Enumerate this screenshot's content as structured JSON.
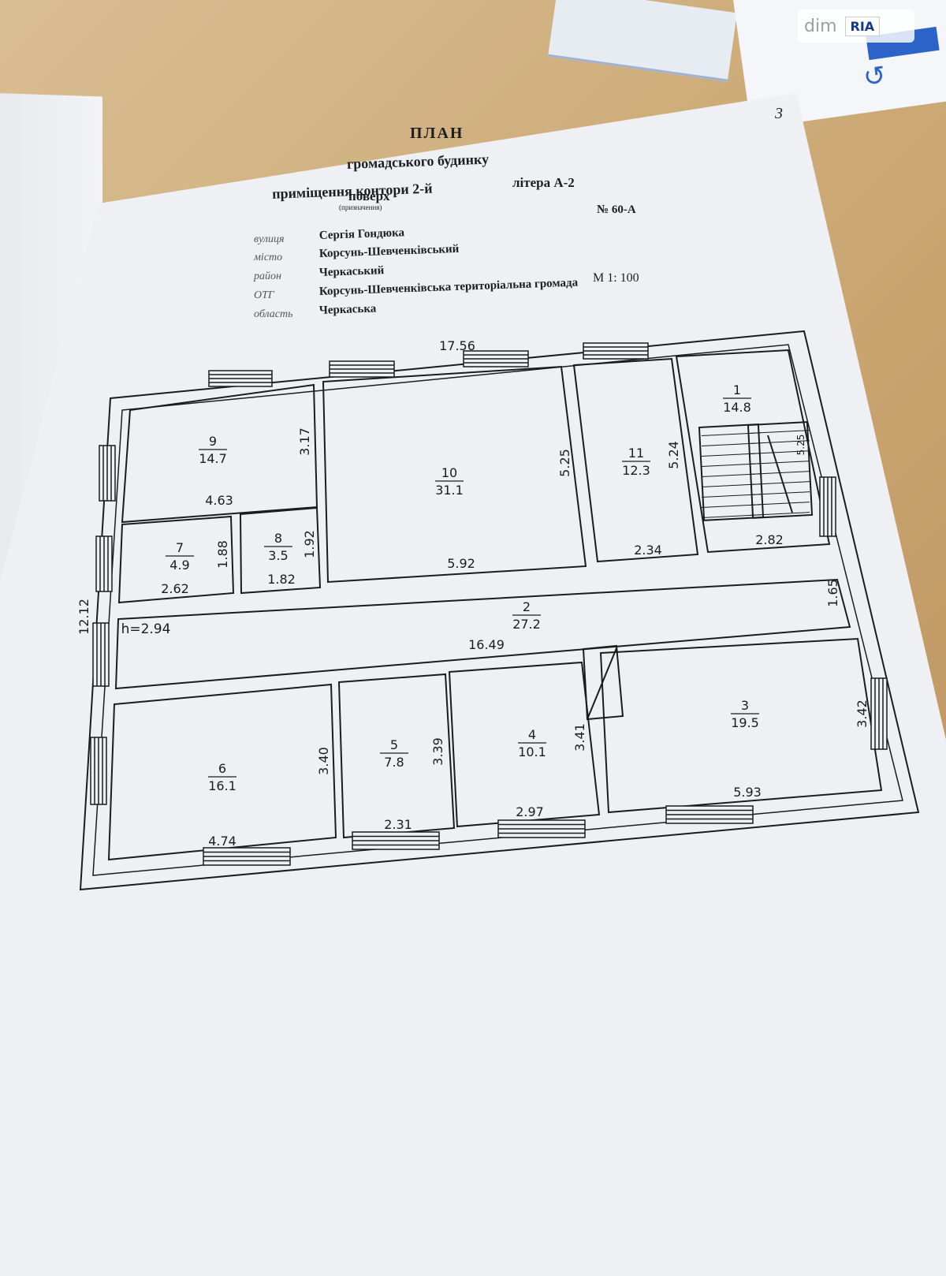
{
  "header": {
    "page_number": "3",
    "title": "ПЛАН",
    "subtitle_line1": "громадського будинку",
    "subtitle_line2": "приміщення контори 2-й",
    "floor": "поверх",
    "floor_caption": "(призначення)",
    "litera": "літера  А-2",
    "number": "№ 60-А",
    "scale": "М 1: 100"
  },
  "address": [
    {
      "label": "вулиця",
      "value": "Сергія Гондюка"
    },
    {
      "label": "місто",
      "value": "Корсунь-Шевченківський"
    },
    {
      "label": "район",
      "value": "Черкаський"
    },
    {
      "label": "ОТГ",
      "value": "Корсунь-Шевченківська територіальна громада"
    },
    {
      "label": "область",
      "value": "Черкаська"
    }
  ],
  "watermark": {
    "left": "dim",
    "right": "RIA"
  },
  "rooms": [
    {
      "id": "1",
      "area": "14.8"
    },
    {
      "id": "2",
      "area": "27.2"
    },
    {
      "id": "3",
      "area": "19.5"
    },
    {
      "id": "4",
      "area": "10.1"
    },
    {
      "id": "5",
      "area": "7.8"
    },
    {
      "id": "6",
      "area": "16.1"
    },
    {
      "id": "7",
      "area": "4.9"
    },
    {
      "id": "8",
      "area": "3.5"
    },
    {
      "id": "9",
      "area": "14.7"
    },
    {
      "id": "10",
      "area": "31.1"
    },
    {
      "id": "11",
      "area": "12.3"
    }
  ],
  "dimensions": {
    "overall_length": "17.56",
    "overall_width": "12.12",
    "ceiling_height": "h=2.94",
    "corridor_length": "16.49",
    "corridor_width": "1.65",
    "r9_w": "4.63",
    "r9_h": "3.17",
    "r10_w": "5.92",
    "r10_h": "5.25",
    "r11_w": "2.34",
    "r11_h": "5.24",
    "r1_w": "2.82",
    "r1_h": "5.25",
    "r7_w": "2.62",
    "r7_h": "1.88",
    "r8_w": "1.82",
    "r8_h": "1.92",
    "r6_w": "4.74",
    "r6_h": "3.40",
    "r5_w": "2.31",
    "r5_h": "3.39",
    "r4_w": "2.97",
    "r4_h": "3.41",
    "r3_w": "5.93",
    "r3_h": "3.42"
  }
}
